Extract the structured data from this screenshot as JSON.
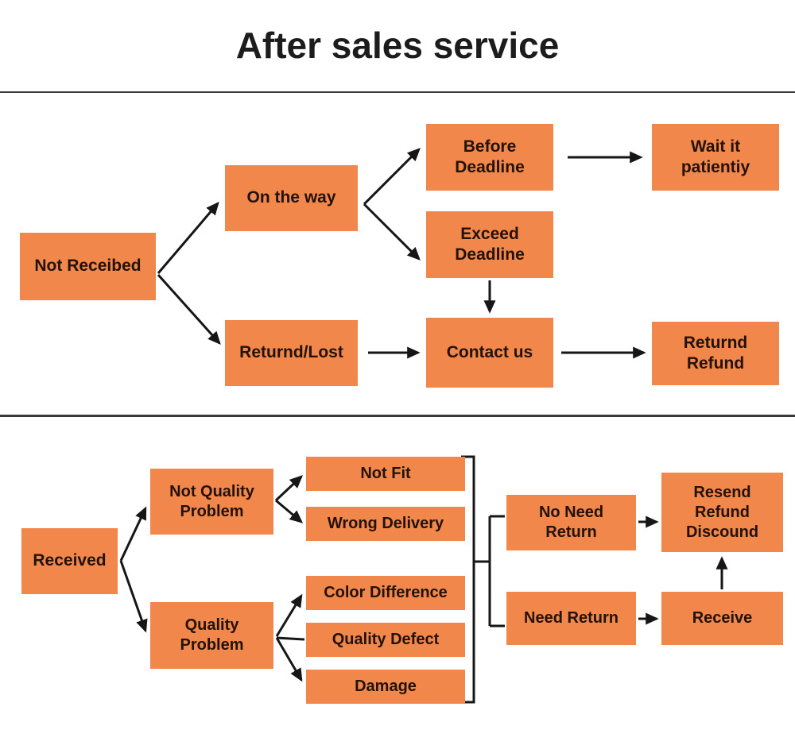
{
  "title": "After sales service",
  "colors": {
    "box_fill": "#F1874B",
    "box_text": "#231209",
    "line": "#161616"
  },
  "nodes": {
    "not_received": "Not Receibed",
    "on_the_way": "On the way",
    "before_deadline": "Before\nDeadline",
    "exceed_deadline": "Exceed\nDeadline",
    "wait_it_patiently": "Wait it\npatientiy",
    "returnd_lost": "Returnd/Lost",
    "contact_us": "Contact us",
    "returnd_refund": "Returnd\nRefund",
    "received": "Received",
    "not_quality_problem": "Not Quality\nProblem",
    "quality_problem": "Quality\nProblem",
    "not_fit": "Not Fit",
    "wrong_delivery": "Wrong Delivery",
    "color_difference": "Color Difference",
    "quality_defect": "Quality Defect",
    "damage": "Damage",
    "no_need_return": "No Need\nReturn",
    "need_return": "Need Return",
    "resend_refund_discound": "Resend\nRefund\nDiscound",
    "receive": "Receive"
  }
}
